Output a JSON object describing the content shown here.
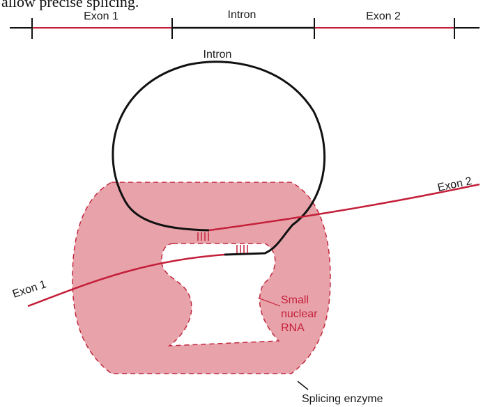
{
  "caption_fragment": "allow precise splicing.",
  "gene_map": {
    "segments": [
      "Exon 1",
      "Intron",
      "Exon 2"
    ]
  },
  "labels": {
    "intron": "Intron",
    "exon1": "Exon 1",
    "exon2": "Exon 2",
    "snrna_line1": "Small",
    "snrna_line2": "nuclear",
    "snrna_line3": "RNA",
    "enzyme": "Splicing enzyme"
  },
  "colors": {
    "exon": "#c41f3a",
    "intron": "#111111",
    "enzyme_fill": "#e8a3aa",
    "enzyme_outline": "#c0293f"
  }
}
